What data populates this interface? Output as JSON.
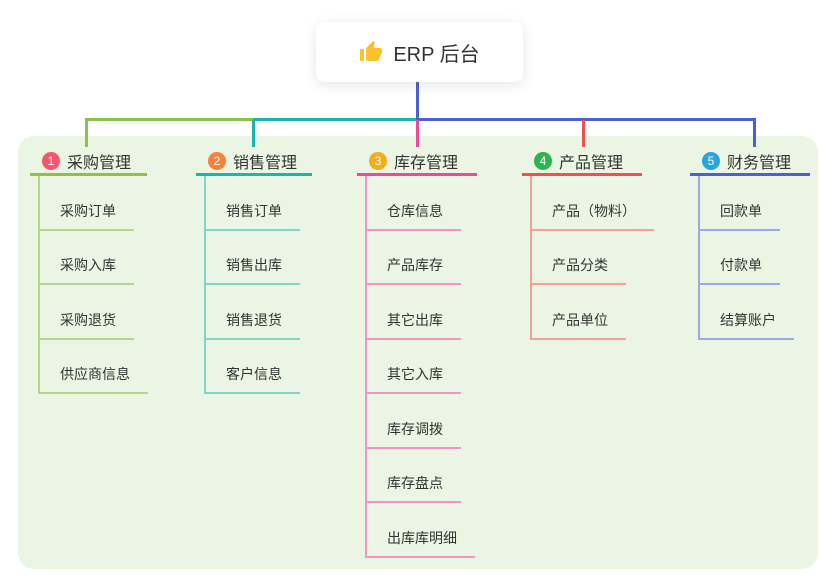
{
  "root": {
    "label": "ERP 后台",
    "icon": "thumbs-up-icon",
    "icon_color": "#fbc02d"
  },
  "canvas_bg": "#eaf6e3",
  "connectors": {
    "root_line": "#4b61d1",
    "bus_left": "#8ac24a",
    "bus_mid": "#1ab5ab",
    "bus_right": "#4b61d1",
    "drop_1": "#8ac24a",
    "drop_2": "#1ab5ab",
    "drop_3": "#ea4c9c",
    "drop_4": "#f0504e",
    "drop_5": "#4b61d1"
  },
  "branches": [
    {
      "badge": "1",
      "title": "采购管理",
      "colors": {
        "badge": "#f4566e",
        "line": "#8ac24a",
        "child_line": "#b2d98b"
      },
      "children": [
        "采购订单",
        "采购入库",
        "采购退货",
        "供应商信息"
      ]
    },
    {
      "badge": "2",
      "title": "销售管理",
      "colors": {
        "badge": "#f5813d",
        "line": "#1ab5ab",
        "child_line": "#82d3c9"
      },
      "children": [
        "销售订单",
        "销售出库",
        "销售退货",
        "客户信息"
      ]
    },
    {
      "badge": "3",
      "title": "库存管理",
      "colors": {
        "badge": "#f8ab1c",
        "line": "#ea4c9c",
        "child_line": "#f294c4"
      },
      "children": [
        "仓库信息",
        "产品库存",
        "其它出库",
        "其它入库",
        "库存调拨",
        "库存盘点",
        "出库库明细"
      ]
    },
    {
      "badge": "4",
      "title": "产品管理",
      "colors": {
        "badge": "#2db350",
        "line": "#f0504e",
        "child_line": "#f79f9b"
      },
      "children": [
        "产品（物料）",
        "产品分类",
        "产品单位"
      ]
    },
    {
      "badge": "5",
      "title": "财务管理",
      "colors": {
        "badge": "#28a6dc",
        "line": "#4b61d1",
        "child_line": "#99abe4"
      },
      "children": [
        "回款单",
        "付款单",
        "结算账户"
      ]
    }
  ]
}
